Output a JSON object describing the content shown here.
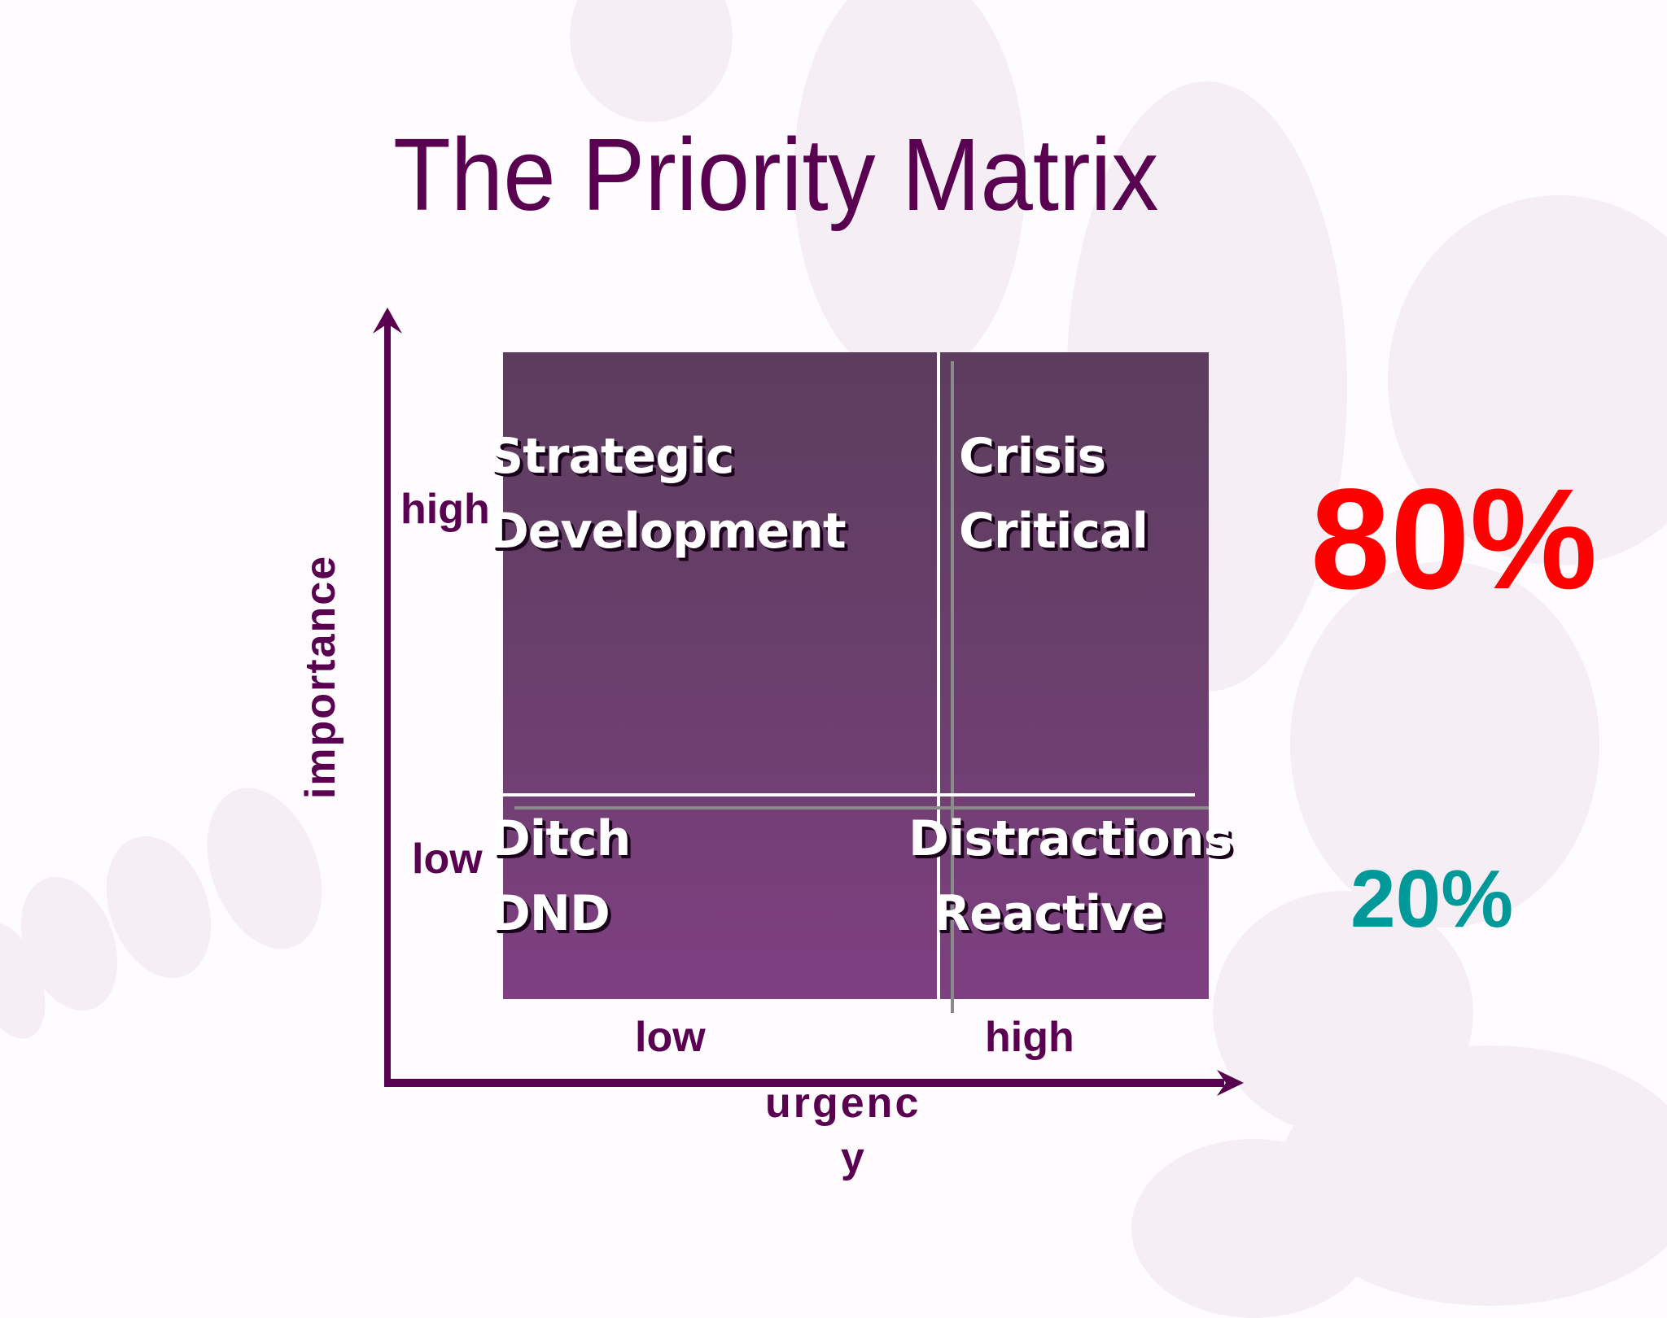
{
  "slide": {
    "title": "The Priority Matrix",
    "background_color": "#fefcfe",
    "title_color": "#5a0050"
  },
  "axes": {
    "y_axis": {
      "label": "importance",
      "high_label": "high",
      "low_label": "low"
    },
    "x_axis": {
      "label_line1": "urgenc",
      "label_line2": "y",
      "low_label": "low",
      "high_label": "high"
    },
    "color": "#5a0050"
  },
  "matrix": {
    "gradient_top": "#5c3d5e",
    "gradient_bottom": "#7f3f82",
    "quadrants": [
      {
        "position": "top-left",
        "line1": "Strategic",
        "line2": "Development"
      },
      {
        "position": "top-right",
        "line1": "Crisis",
        "line2": "Critical"
      },
      {
        "position": "bottom-left",
        "line1": "Ditch",
        "line2": "DND"
      },
      {
        "position": "bottom-right",
        "line1": "Distractions",
        "line2": "Reactive"
      }
    ]
  },
  "percentages": {
    "high_importance": {
      "value": "80%",
      "color": "#ff0000"
    },
    "low_importance": {
      "value": "20%",
      "color": "#009999"
    }
  }
}
